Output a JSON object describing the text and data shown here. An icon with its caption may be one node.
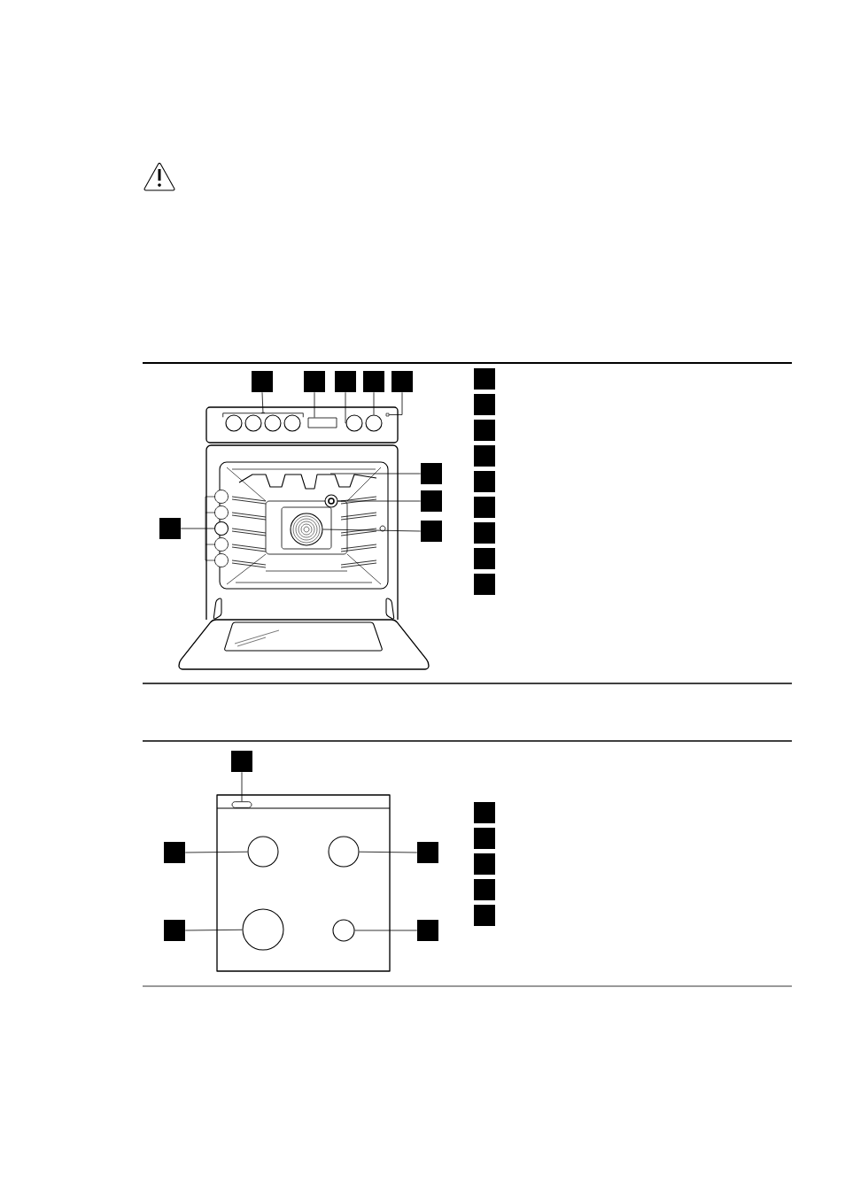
{
  "diagram": {
    "nodes": [
      {
        "text": [],
        "shape": "box"
      },
      {
        "text": [],
        "shape": "box"
      },
      {
        "text": [],
        "shape": "box"
      },
      {
        "text": [],
        "shape": "box"
      },
      {
        "text": [],
        "shape": "box"
      },
      {
        "text": [],
        "shape": "box"
      },
      {
        "text": [],
        "shape": "box"
      },
      {
        "text": [],
        "shape": "box"
      },
      {
        "text": [],
        "shape": "box"
      },
      {
        "text": [],
        "shape": "box"
      },
      {
        "text": [],
        "shape": "box"
      },
      {
        "text": [],
        "shape": "box"
      },
      {
        "text": [],
        "shape": "box"
      },
      {
        "text": [],
        "shape": "box"
      },
      {
        "text": [],
        "shape": "box"
      },
      {
        "text": [],
        "shape": "box"
      },
      {
        "text": [],
        "shape": "box"
      },
      {
        "text": [],
        "shape": "box"
      },
      {
        "text": [],
        "shape": "box"
      },
      {
        "text": [],
        "shape": "box"
      },
      {
        "text": [],
        "shape": "box"
      },
      {
        "text": [],
        "shape": "box"
      },
      {
        "text": [],
        "shape": "box"
      },
      {
        "text": [],
        "shape": "box"
      },
      {
        "text": [],
        "shape": "box"
      },
      {
        "text": [],
        "shape": "box"
      },
      {
        "text": [],
        "shape": "box"
      },
      {
        "text": [],
        "shape": "box"
      },
      {
        "text": [],
        "shape": "bar"
      },
      {
        "text": [],
        "shape": "circle"
      },
      {
        "text": [],
        "shape": "circle"
      },
      {
        "text": [],
        "shape": "circle"
      },
      {
        "text": [],
        "shape": "circle"
      },
      {
        "text": [],
        "shape": "bracket"
      },
      {
        "text": [],
        "shape": "screen"
      },
      {
        "text": [],
        "shape": "circle"
      },
      {
        "text": [],
        "shape": "circle"
      },
      {
        "text": [],
        "shape": "square"
      },
      {
        "text": [],
        "shape": "circle"
      },
      {
        "text": [],
        "shape": "circle"
      },
      {
        "text": [],
        "shape": "circle"
      }
    ],
    "edges": [
      {
        "from": 0,
        "to": 33,
        "arrow": "other"
      },
      {
        "from": 1,
        "to": 34,
        "arrow": "none"
      },
      {
        "from": 2,
        "to": 35,
        "arrow": "none"
      },
      {
        "from": 3,
        "to": 36,
        "arrow": "none"
      },
      {
        "from": 4,
        "to": 37,
        "arrow": "none"
      },
      {
        "from": 5,
        "to": null,
        "arrow": "none"
      },
      {
        "from": 6,
        "to": 38,
        "arrow": "none"
      },
      {
        "from": 7,
        "to": 39,
        "arrow": "none"
      },
      {
        "from": 8,
        "to": 40,
        "arrow": "none"
      },
      {
        "from": 18,
        "to": 28,
        "arrow": "none"
      },
      {
        "from": 19,
        "to": 29,
        "arrow": "none"
      },
      {
        "from": 20,
        "to": 30,
        "arrow": "none"
      },
      {
        "from": 21,
        "to": 31,
        "arrow": "none"
      },
      {
        "from": 22,
        "to": 32,
        "arrow": "none"
      }
    ]
  }
}
